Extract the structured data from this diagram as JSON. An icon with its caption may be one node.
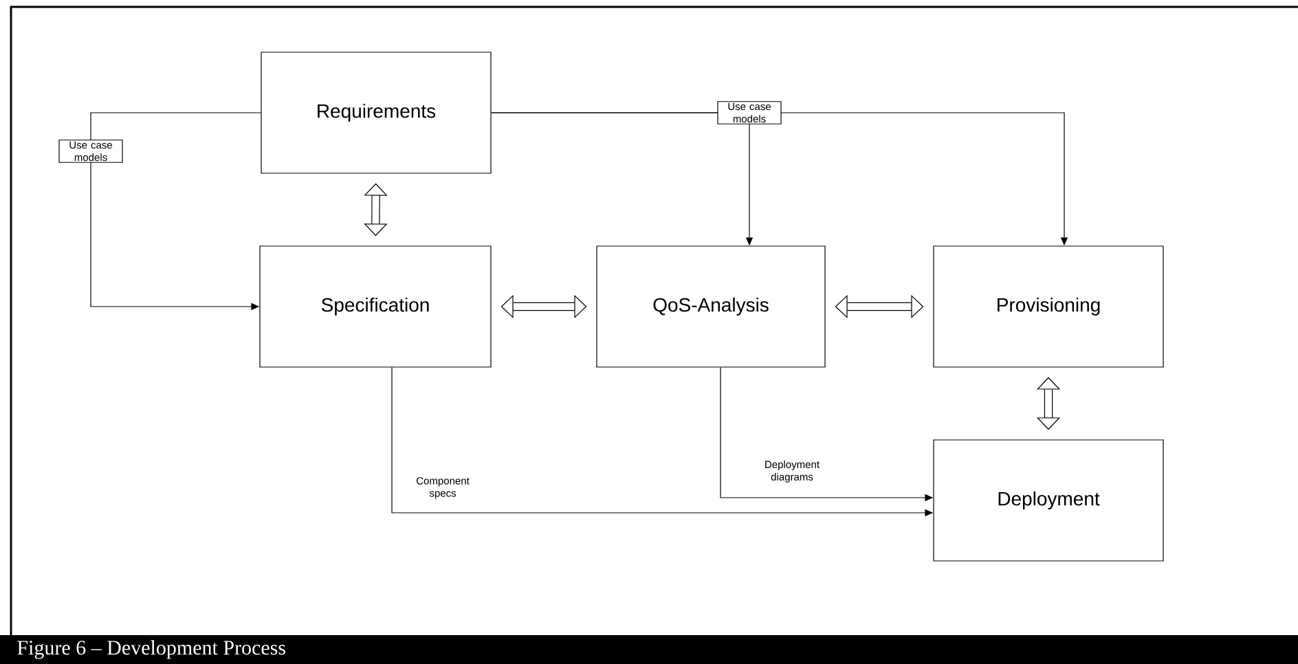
{
  "diagram": {
    "caption": "Figure 6 – Development Process",
    "nodes": [
      {
        "text": [
          "Requirements"
        ]
      },
      {
        "text": [
          "Specification"
        ]
      },
      {
        "text": [
          "QoS-Analysis"
        ]
      },
      {
        "text": [
          "Provisioning"
        ]
      },
      {
        "text": [
          "Deployment"
        ]
      }
    ],
    "edges": [
      {
        "from": 0,
        "to": 1,
        "arrow": "to",
        "label": "Use case models"
      },
      {
        "from": 0,
        "to": 2,
        "arrow": "to",
        "label": "Use case models"
      },
      {
        "from": 0,
        "to": 3,
        "arrow": "to"
      },
      {
        "from": 0,
        "to": 1,
        "arrow": "both",
        "style": "thick"
      },
      {
        "from": 1,
        "to": 2,
        "arrow": "both",
        "style": "thick"
      },
      {
        "from": 2,
        "to": 3,
        "arrow": "both",
        "style": "thick"
      },
      {
        "from": 3,
        "to": 4,
        "arrow": "both",
        "style": "thick"
      },
      {
        "from": 1,
        "to": 4,
        "arrow": "to",
        "label": "Component specs"
      },
      {
        "from": 2,
        "to": 4,
        "arrow": "to",
        "label": "Deployment diagrams"
      }
    ]
  }
}
